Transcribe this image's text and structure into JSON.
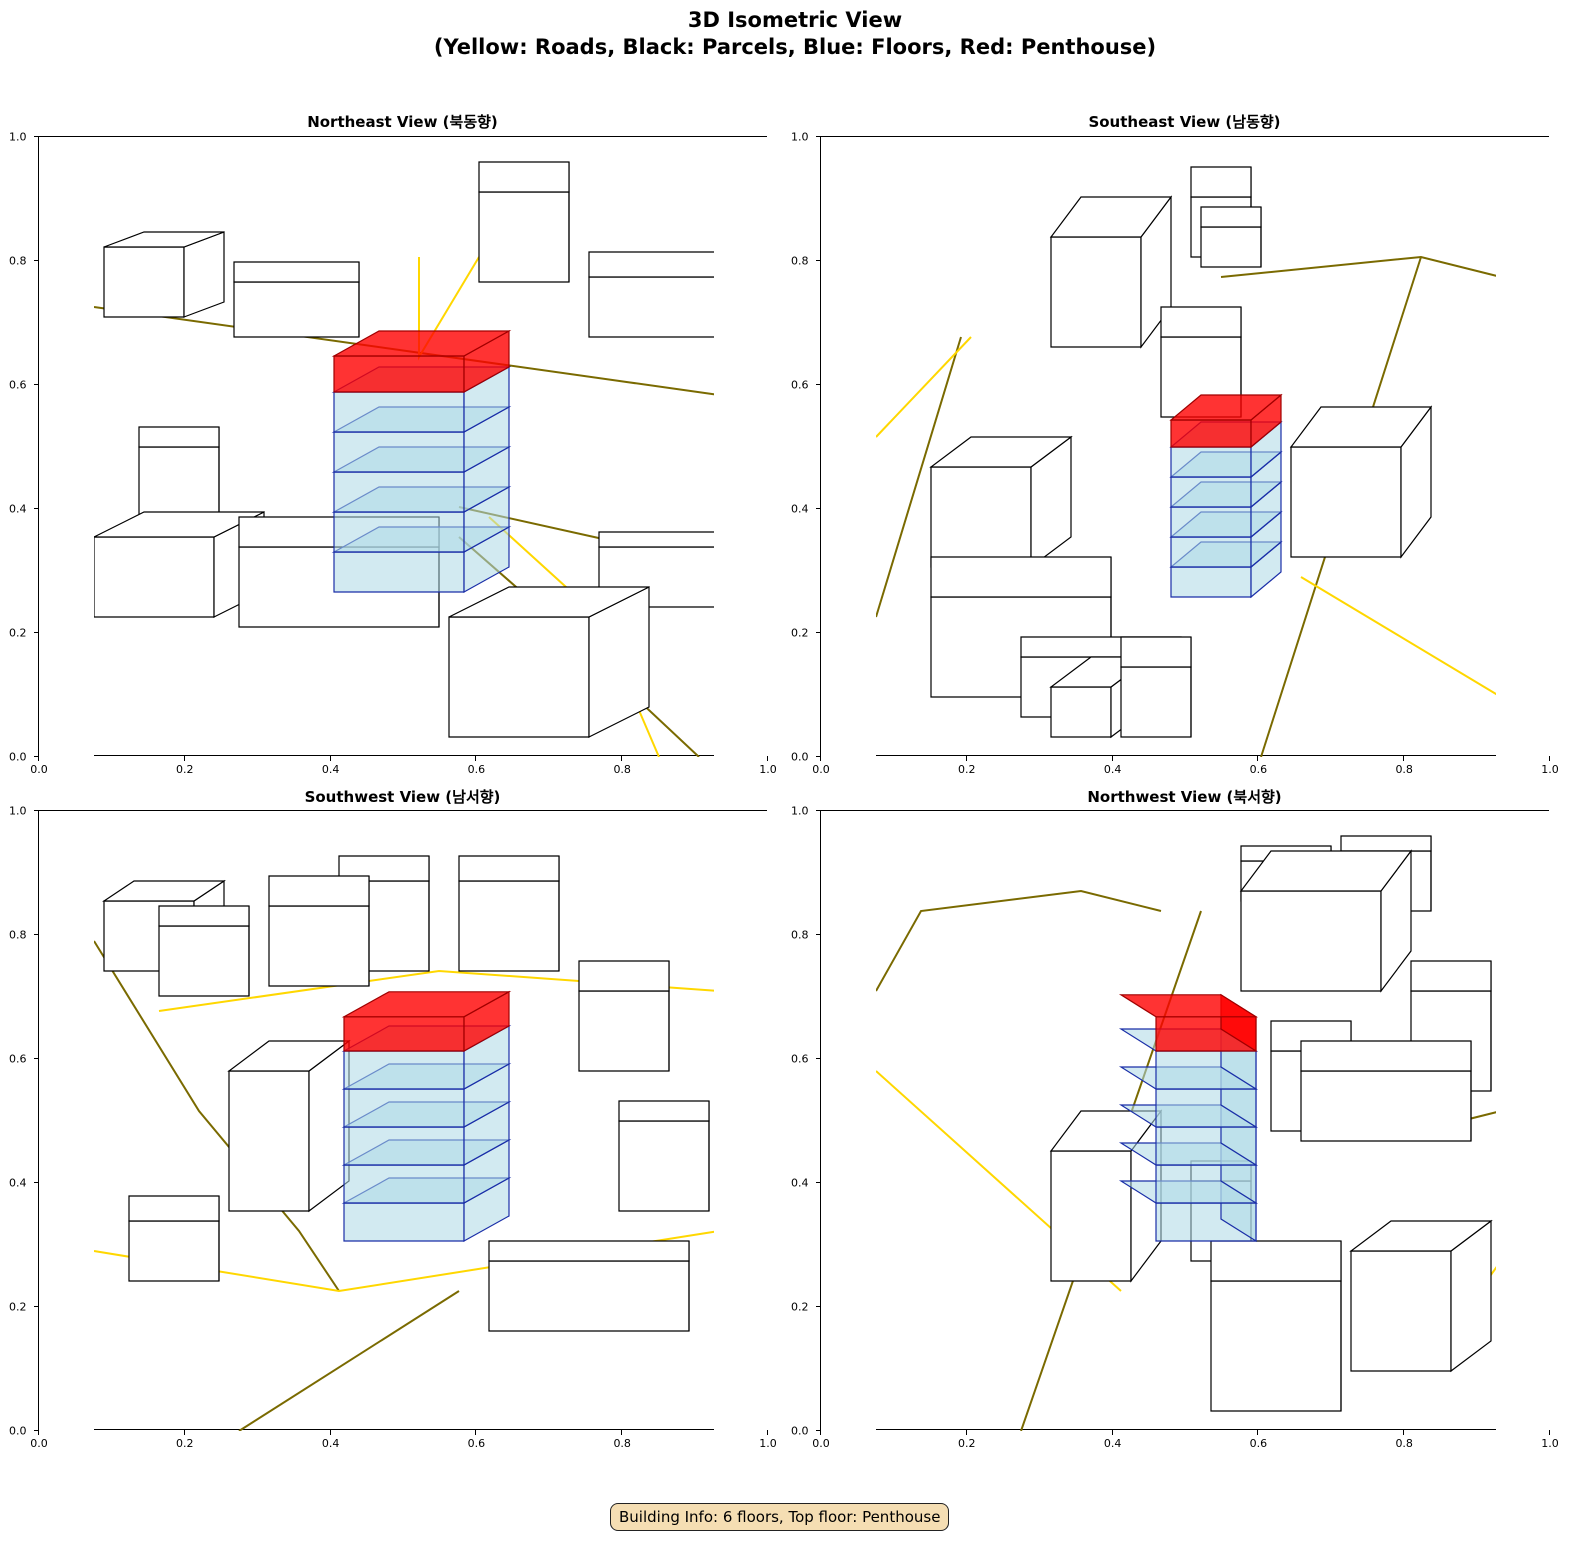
{
  "figure": {
    "title_line1": "3D Isometric View",
    "title_line2": "(Yellow: Roads, Black: Parcels, Blue: Floors, Red: Penthouse)"
  },
  "ticks": [
    "0.0",
    "0.2",
    "0.4",
    "0.6",
    "0.8",
    "1.0"
  ],
  "panels": [
    {
      "title": "Northeast View (북동향)"
    },
    {
      "title": "Southeast View (남동향)"
    },
    {
      "title": "Southwest View (남서향)"
    },
    {
      "title": "Northwest View (북서향)"
    }
  ],
  "colors": {
    "road": "#FFD700",
    "parcel": "#000000",
    "floor": "#ADD8E6",
    "floor_edge": "#1a2ea8",
    "penthouse": "#FF0000"
  },
  "info": "Building Info: 6 floors, Top floor: Penthouse"
}
